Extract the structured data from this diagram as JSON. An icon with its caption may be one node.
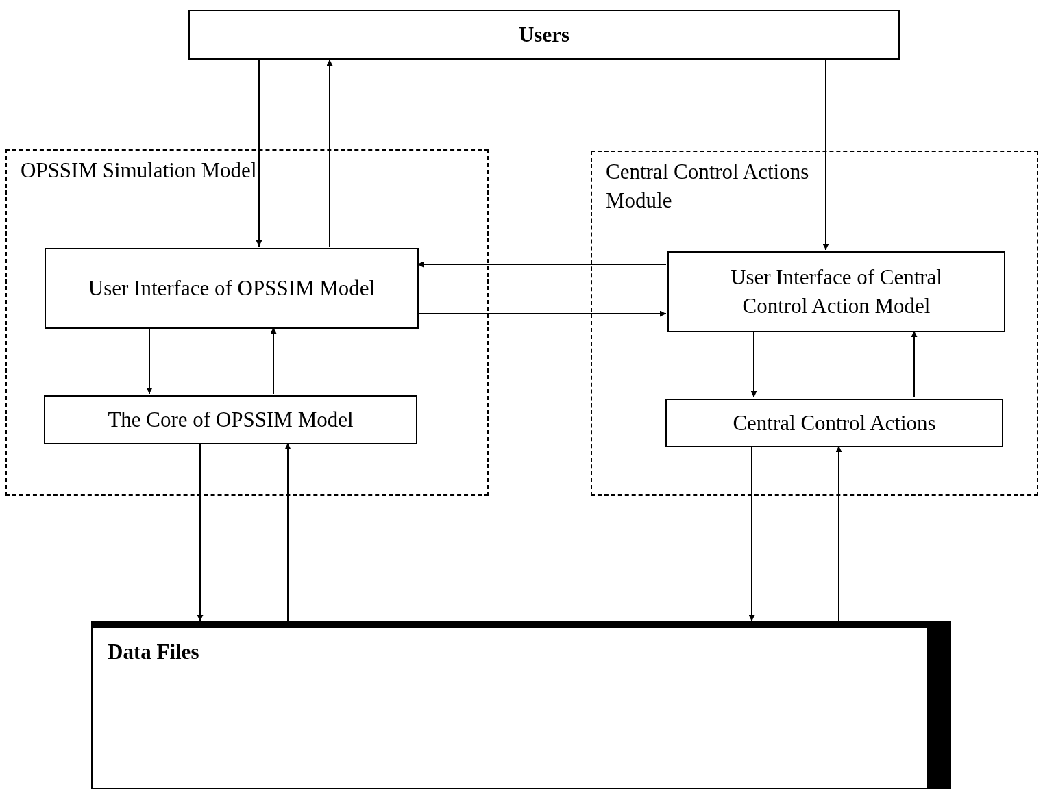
{
  "diagram": {
    "nodes": [
      {
        "text": [
          "Users"
        ]
      },
      {
        "text": [
          "OPSSIM Simulation Model"
        ]
      },
      {
        "text": [
          "User Interface of OPSSIM Model"
        ],
        "in": 1
      },
      {
        "text": [
          "The Core of OPSSIM Model"
        ],
        "in": 1
      },
      {
        "text": [
          "Central Control Actions Module"
        ]
      },
      {
        "text": [
          "User Interface of Central Control Action Model"
        ],
        "in": 4
      },
      {
        "text": [
          "Central Control Actions"
        ],
        "in": 4
      },
      {
        "text": [
          "Data Files"
        ]
      }
    ],
    "edges": [
      {
        "from": 0,
        "to": 2,
        "arrow": "to"
      },
      {
        "from": 2,
        "to": 0,
        "arrow": "to"
      },
      {
        "from": 0,
        "to": 5,
        "arrow": "to"
      },
      {
        "from": 5,
        "to": 2,
        "arrow": "to"
      },
      {
        "from": 2,
        "to": 5,
        "arrow": "to"
      },
      {
        "from": 2,
        "to": 3,
        "arrow": "to"
      },
      {
        "from": 3,
        "to": 2,
        "arrow": "to"
      },
      {
        "from": 3,
        "to": 7,
        "arrow": "to"
      },
      {
        "from": 7,
        "to": 3,
        "arrow": "to"
      },
      {
        "from": 6,
        "to": 7,
        "arrow": "to"
      },
      {
        "from": 7,
        "to": 6,
        "arrow": "to"
      },
      {
        "from": 5,
        "to": 6,
        "arrow": "to"
      },
      {
        "from": 6,
        "to": 5,
        "arrow": "to"
      }
    ]
  }
}
